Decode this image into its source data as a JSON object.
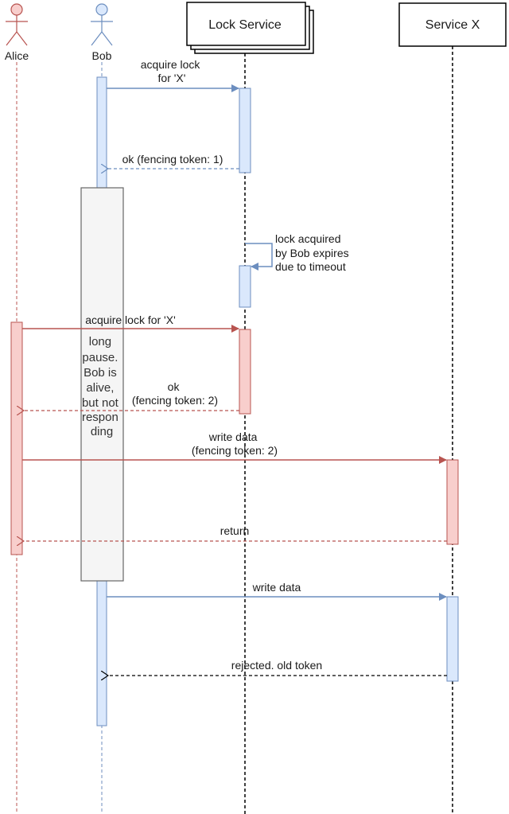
{
  "colors": {
    "alice": "#b85450",
    "alice_fill": "#f8cecc",
    "bob": "#6c8ebf",
    "bob_fill": "#dae8fc",
    "neutral": "#000000",
    "pause_fill": "#f5f5f5",
    "pause_stroke": "#666666"
  },
  "participants": {
    "alice": "Alice",
    "bob": "Bob",
    "lock_service": "Lock Service",
    "service_x": "Service X"
  },
  "messages": {
    "m1": [
      "acquire lock",
      "for 'X'"
    ],
    "m2": [
      "ok (fencing token: 1)"
    ],
    "self_note": [
      "lock acquired",
      "by Bob expires",
      "due to timeout"
    ],
    "m3": [
      "acquire lock for 'X'"
    ],
    "m4": [
      "ok",
      "(fencing token: 2)"
    ],
    "m5": [
      "write data",
      "(fencing token: 2)"
    ],
    "m6": [
      "return"
    ],
    "m7": [
      "write data"
    ],
    "m8": [
      "rejected. old token"
    ]
  },
  "pause_note": [
    "long",
    "pause.",
    "Bob is",
    "alive,",
    "but not",
    "respon",
    "ding"
  ]
}
